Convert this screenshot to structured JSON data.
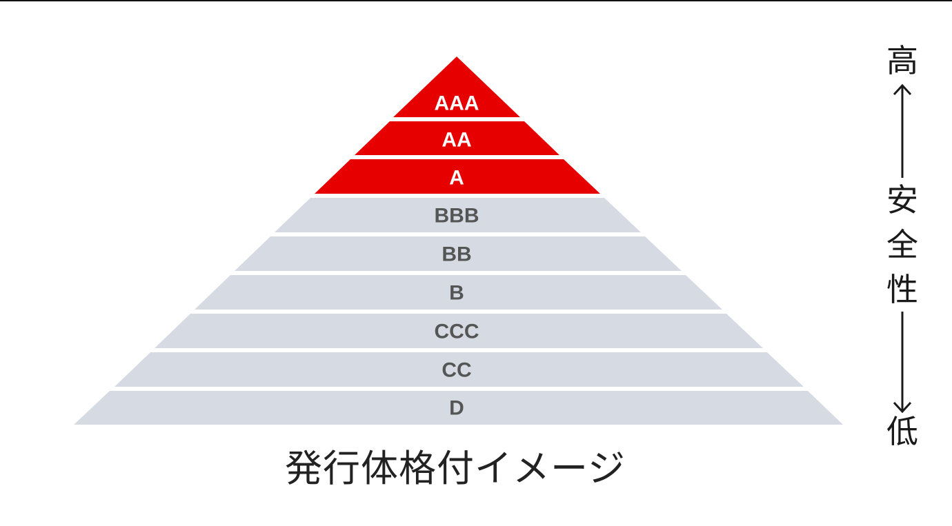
{
  "diagram": {
    "type": "pyramid",
    "title": "発行体格付イメージ",
    "colors": {
      "investment_grade_fill": "#e60000",
      "speculative_grade_fill": "#d6dbe3",
      "investment_grade_text": "#ffffff",
      "speculative_grade_text": "#555555"
    },
    "levels": [
      {
        "label": "AAA",
        "group": "red"
      },
      {
        "label": "AA",
        "group": "red"
      },
      {
        "label": "A",
        "group": "red"
      },
      {
        "label": "BBB",
        "group": "gray"
      },
      {
        "label": "BB",
        "group": "gray"
      },
      {
        "label": "B",
        "group": "gray"
      },
      {
        "label": "CCC",
        "group": "gray"
      },
      {
        "label": "CC",
        "group": "gray"
      },
      {
        "label": "D",
        "group": "gray"
      }
    ]
  },
  "axis": {
    "top_label": "高",
    "middle_label_chars": [
      "安",
      "全",
      "性"
    ],
    "bottom_label": "低",
    "up_arrow": "↑",
    "down_arrow": "↓"
  },
  "caption": "発行体格付イメージ",
  "labels": {
    "l0": "AAA",
    "l1": "AA",
    "l2": "A",
    "l3": "BBB",
    "l4": "BB",
    "l5": "B",
    "l6": "CCC",
    "l7": "CC",
    "l8": "D"
  }
}
